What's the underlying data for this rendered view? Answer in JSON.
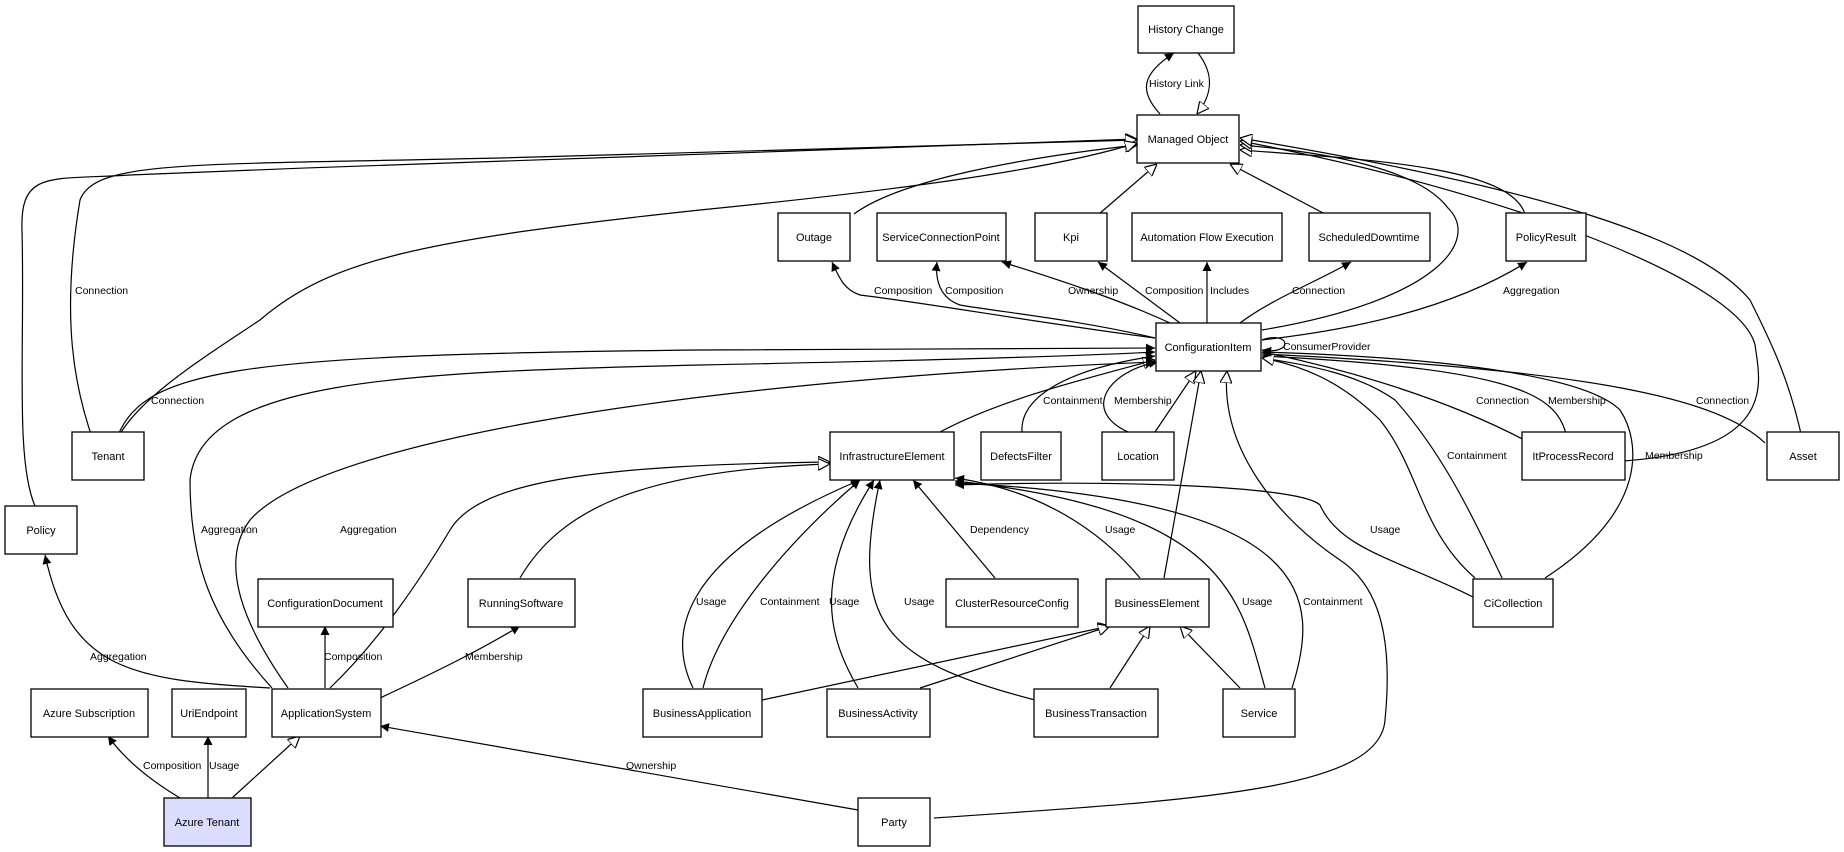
{
  "diagram": {
    "colors": {
      "highlight_fill": "#dcdcff",
      "stroke": "#000000",
      "background": "#ffffff"
    },
    "nodes": [
      {
        "id": "history_change",
        "label": "History Change"
      },
      {
        "id": "managed_object",
        "label": "Managed Object"
      },
      {
        "id": "outage",
        "label": "Outage"
      },
      {
        "id": "scp",
        "label": "ServiceConnectionPoint"
      },
      {
        "id": "kpi",
        "label": "Kpi"
      },
      {
        "id": "afe",
        "label": "Automation Flow Execution"
      },
      {
        "id": "sd",
        "label": "ScheduledDowntime"
      },
      {
        "id": "policy_result",
        "label": "PolicyResult"
      },
      {
        "id": "ci",
        "label": "ConfigurationItem"
      },
      {
        "id": "tenant",
        "label": "Tenant"
      },
      {
        "id": "infra",
        "label": "InfrastructureElement"
      },
      {
        "id": "defects",
        "label": "DefectsFilter"
      },
      {
        "id": "location",
        "label": "Location"
      },
      {
        "id": "itpr",
        "label": "ItProcessRecord"
      },
      {
        "id": "asset",
        "label": "Asset"
      },
      {
        "id": "policy",
        "label": "Policy"
      },
      {
        "id": "config_doc",
        "label": "ConfigurationDocument"
      },
      {
        "id": "running_sw",
        "label": "RunningSoftware"
      },
      {
        "id": "crc",
        "label": "ClusterResourceConfig"
      },
      {
        "id": "be",
        "label": "BusinessElement"
      },
      {
        "id": "cicoll",
        "label": "CiCollection"
      },
      {
        "id": "azure_sub",
        "label": "Azure Subscription"
      },
      {
        "id": "uri",
        "label": "UriEndpoint"
      },
      {
        "id": "appsys",
        "label": "ApplicationSystem"
      },
      {
        "id": "ba",
        "label": "BusinessApplication"
      },
      {
        "id": "bact",
        "label": "BusinessActivity"
      },
      {
        "id": "bt",
        "label": "BusinessTransaction"
      },
      {
        "id": "service",
        "label": "Service"
      },
      {
        "id": "azure_tenant",
        "label": "Azure Tenant",
        "highlight": true
      },
      {
        "id": "party",
        "label": "Party"
      }
    ],
    "edge_labels": [
      "History Link",
      "Connection",
      "Composition",
      "Composition",
      "Ownership",
      "Composition",
      "Includes",
      "Connection",
      "Aggregation",
      "ConsumerProvider",
      "Connection",
      "Containment",
      "Membership",
      "Connection",
      "Membership",
      "Connection",
      "Containment",
      "Membership",
      "Aggregation",
      "Aggregation",
      "Dependency",
      "Usage",
      "Usage",
      "Usage",
      "Containment",
      "Usage",
      "Usage",
      "Usage",
      "Containment",
      "Aggregation",
      "Composition",
      "Membership",
      "Composition",
      "Usage",
      "Ownership"
    ]
  }
}
